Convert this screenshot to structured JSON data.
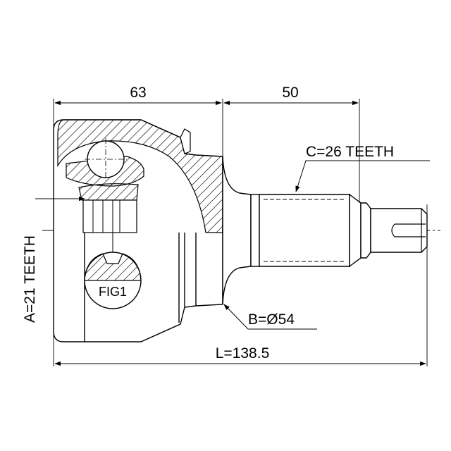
{
  "dimensions": {
    "left_length": "63",
    "right_length": "50",
    "total_length": "L=138.5"
  },
  "callouts": {
    "c_teeth": "C=26 TEETH",
    "b_diameter": "B=Ø54",
    "a_teeth": "A=21 TEETH",
    "fig_label": "FIG1"
  },
  "colors": {
    "line": "#000000",
    "background": "#ffffff"
  }
}
